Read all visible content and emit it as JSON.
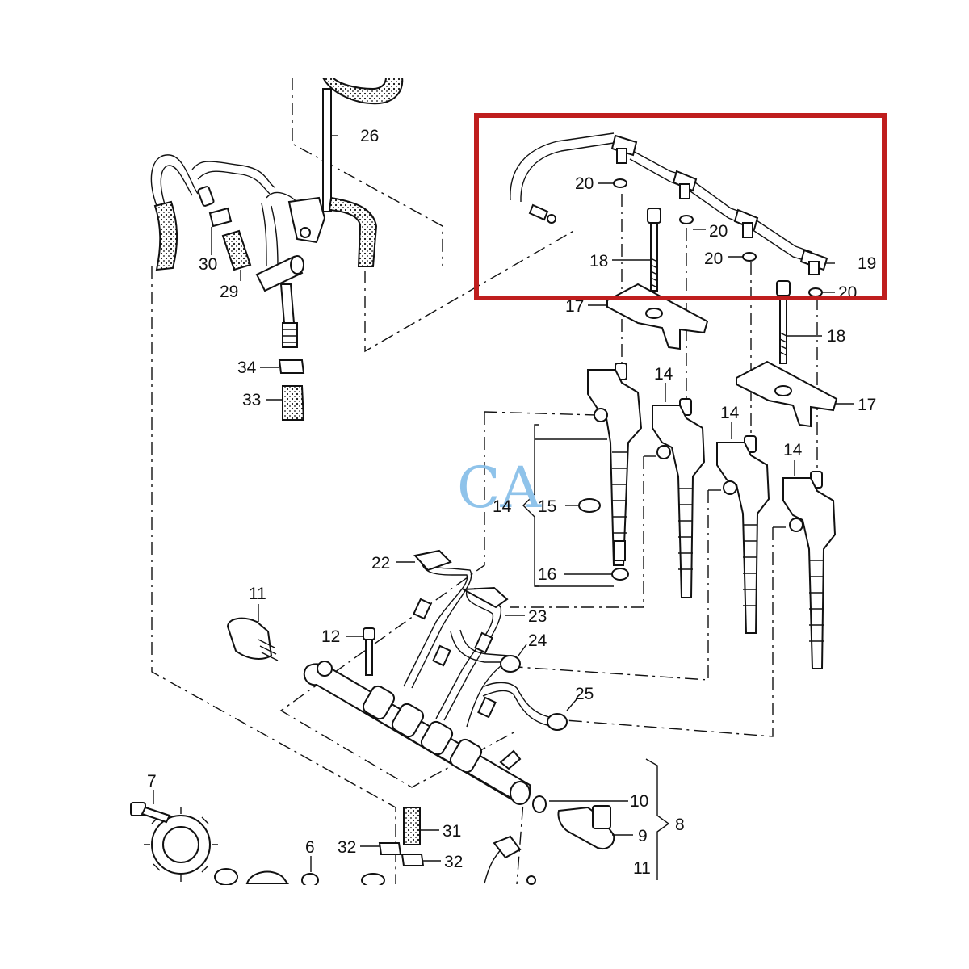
{
  "diagram": {
    "watermark": "CA",
    "highlight_color": "#bf1e1e",
    "callouts": [
      {
        "id": "c26",
        "text": "26"
      },
      {
        "id": "c20a",
        "text": "20"
      },
      {
        "id": "c20b",
        "text": "20"
      },
      {
        "id": "c20c",
        "text": "20"
      },
      {
        "id": "c20d",
        "text": "20"
      },
      {
        "id": "c19",
        "text": "19"
      },
      {
        "id": "c18a",
        "text": "18"
      },
      {
        "id": "c18b",
        "text": "18"
      },
      {
        "id": "c17a",
        "text": "17"
      },
      {
        "id": "c17b",
        "text": "17"
      },
      {
        "id": "c30",
        "text": "30"
      },
      {
        "id": "c29",
        "text": "29"
      },
      {
        "id": "c34",
        "text": "34"
      },
      {
        "id": "c33",
        "text": "33"
      },
      {
        "id": "c14a",
        "text": "14"
      },
      {
        "id": "c14b",
        "text": "14"
      },
      {
        "id": "c14c",
        "text": "14"
      },
      {
        "id": "c14d",
        "text": "14"
      },
      {
        "id": "c15",
        "text": "15"
      },
      {
        "id": "c16",
        "text": "16"
      },
      {
        "id": "c22",
        "text": "22"
      },
      {
        "id": "c23",
        "text": "23"
      },
      {
        "id": "c24",
        "text": "24"
      },
      {
        "id": "c25",
        "text": "25"
      },
      {
        "id": "c11a",
        "text": "11"
      },
      {
        "id": "c11b",
        "text": "11"
      },
      {
        "id": "c12",
        "text": "12"
      },
      {
        "id": "c10",
        "text": "10"
      },
      {
        "id": "c9",
        "text": "9"
      },
      {
        "id": "c8",
        "text": "8"
      },
      {
        "id": "c7",
        "text": "7"
      },
      {
        "id": "c6",
        "text": "6"
      },
      {
        "id": "c31",
        "text": "31"
      },
      {
        "id": "c32a",
        "text": "32"
      },
      {
        "id": "c32b",
        "text": "32"
      }
    ]
  }
}
